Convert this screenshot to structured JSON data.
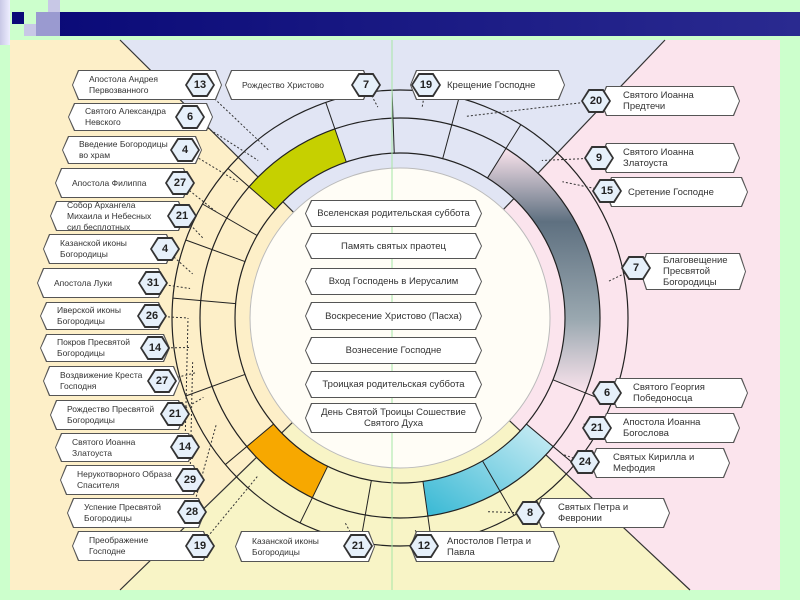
{
  "colors": {
    "background": "#ccffcc",
    "header": "#0f0f7a",
    "autumn": "#fdefc8",
    "winter": "#e1e5f4",
    "spring": "#fbe4ed",
    "summer": "#f8f4c6",
    "segment_green": "#c6d000",
    "segment_orange": "#f7a800",
    "segment_cyan": "#56c6dc",
    "segment_gray": "#8a9aa4"
  },
  "left_feasts": [
    {
      "day": "13",
      "name": "Апостола Андрея Первозванного"
    },
    {
      "day": "6",
      "name": "Святого Александра Невского"
    },
    {
      "day": "4",
      "name": "Введение Богородицы во храм"
    },
    {
      "day": "27",
      "name": "Апостола Филиппа"
    },
    {
      "day": "21",
      "name": "Собор Архангела Михаила и Небесных сил бесплотных"
    },
    {
      "day": "4",
      "name": "Казанской иконы Богородицы"
    },
    {
      "day": "31",
      "name": "Апостола Луки"
    },
    {
      "day": "26",
      "name": "Иверской иконы Богородицы"
    },
    {
      "day": "14",
      "name": "Покров Пресвятой Богородицы"
    },
    {
      "day": "27",
      "name": "Воздвижение Креста Господня"
    },
    {
      "day": "21",
      "name": "Рождество Пресвятой Богородицы"
    },
    {
      "day": "14",
      "name": "Святого Иоанна Златоуста"
    },
    {
      "day": "29",
      "name": "Нерукотворного Образа Спасителя"
    },
    {
      "day": "28",
      "name": "Успение Пресвятой Богородицы"
    },
    {
      "day": "19",
      "name": "Преображение Господне"
    }
  ],
  "top_feasts": [
    {
      "day": "7",
      "name": "Рождество Христово"
    },
    {
      "day": "19",
      "name": "Крещение Господне"
    }
  ],
  "bottom_feasts": [
    {
      "day": "21",
      "name": "Казанской иконы Богородицы"
    },
    {
      "day": "12",
      "name": "Апостолов Петра и Павла"
    }
  ],
  "right_feasts": [
    {
      "day": "20",
      "name": "Святого Иоанна Предтечи"
    },
    {
      "day": "9",
      "name": "Святого Иоанна Златоуста"
    },
    {
      "day": "15",
      "name": "Сретение Господне"
    },
    {
      "day": "7",
      "name": "Благовещение Пресвятой Богородицы"
    },
    {
      "day": "6",
      "name": "Святого Георгия Победоносца"
    },
    {
      "day": "21",
      "name": "Апостола Иоанна Богослова"
    },
    {
      "day": "24",
      "name": "Святых Кирилла и Мефодия"
    },
    {
      "day": "8",
      "name": "Святых Петра и Февронии"
    }
  ],
  "movable_feasts": [
    "Вселенская родительская суббота",
    "Память святых праотец",
    "Вход Господень в Иерусалим",
    "Воскресение Христово (Пасха)",
    "Вознесение Господне",
    "Троицкая родительская суббота",
    "День Святой Троицы Сошествие Святого Духа"
  ]
}
